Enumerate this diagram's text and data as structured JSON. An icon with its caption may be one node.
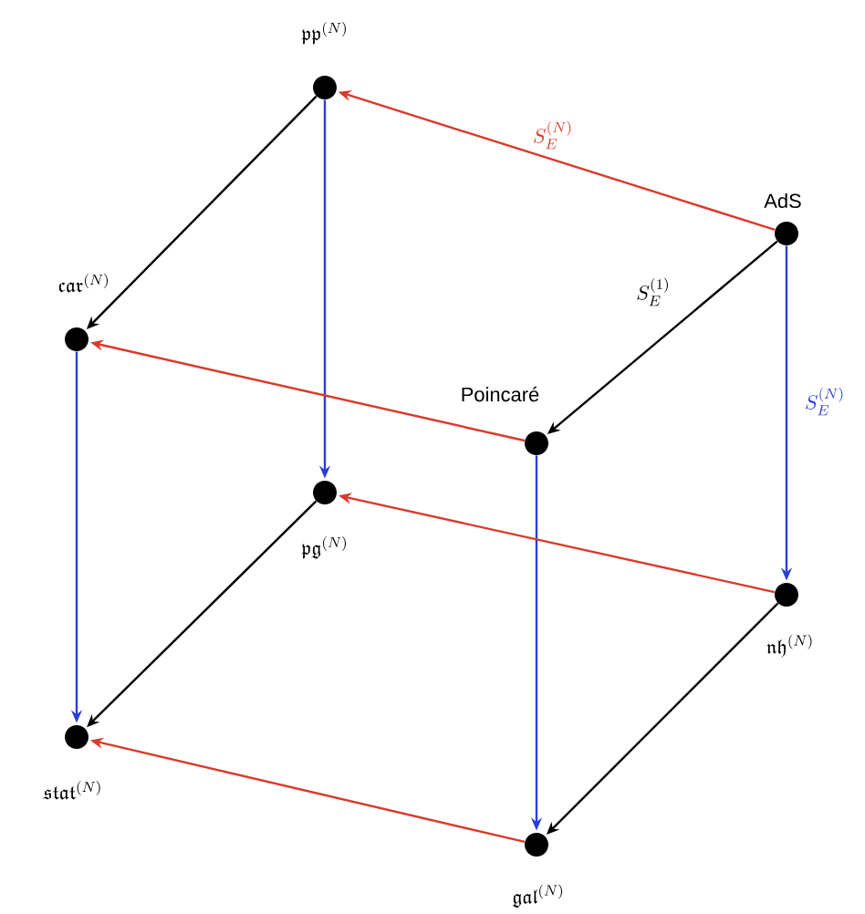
{
  "diagram": {
    "nodes": [
      {
        "text": [
          "\\mathfrak{pp}^{(N)}"
        ]
      },
      {
        "text": [
          "AdS"
        ]
      },
      {
        "text": [
          "\\mathfrak{car}^{(N)}"
        ]
      },
      {
        "text": [
          "Poincaré"
        ]
      },
      {
        "text": [
          "\\mathfrak{pg}^{(N)}"
        ]
      },
      {
        "text": [
          "\\mathfrak{nh}^{(N)}"
        ]
      },
      {
        "text": [
          "\\mathfrak{stat}^{(N)}"
        ]
      },
      {
        "text": [
          "\\mathfrak{gal}^{(N)}"
        ]
      }
    ],
    "edges": [
      {
        "from": 1,
        "to": 0,
        "arrow": "to",
        "color": "#d93a2b",
        "label": "S_E^{(N)}"
      },
      {
        "from": 0,
        "to": 2,
        "arrow": "to",
        "color": "#000000"
      },
      {
        "from": 1,
        "to": 3,
        "arrow": "to",
        "color": "#000000",
        "label": "S_E^{(1)}"
      },
      {
        "from": 1,
        "to": 5,
        "arrow": "to",
        "color": "#2b3fd6",
        "label": "S_E^{(N)}"
      },
      {
        "from": 0,
        "to": 4,
        "arrow": "to",
        "color": "#2b3fd6"
      },
      {
        "from": 3,
        "to": 2,
        "arrow": "to",
        "color": "#d93a2b"
      },
      {
        "from": 2,
        "to": 6,
        "arrow": "to",
        "color": "#2b3fd6"
      },
      {
        "from": 3,
        "to": 7,
        "arrow": "to",
        "color": "#2b3fd6"
      },
      {
        "from": 5,
        "to": 4,
        "arrow": "to",
        "color": "#d93a2b"
      },
      {
        "from": 4,
        "to": 6,
        "arrow": "to",
        "color": "#000000"
      },
      {
        "from": 5,
        "to": 7,
        "arrow": "to",
        "color": "#000000"
      },
      {
        "from": 7,
        "to": 6,
        "arrow": "to",
        "color": "#d93a2b"
      }
    ]
  }
}
